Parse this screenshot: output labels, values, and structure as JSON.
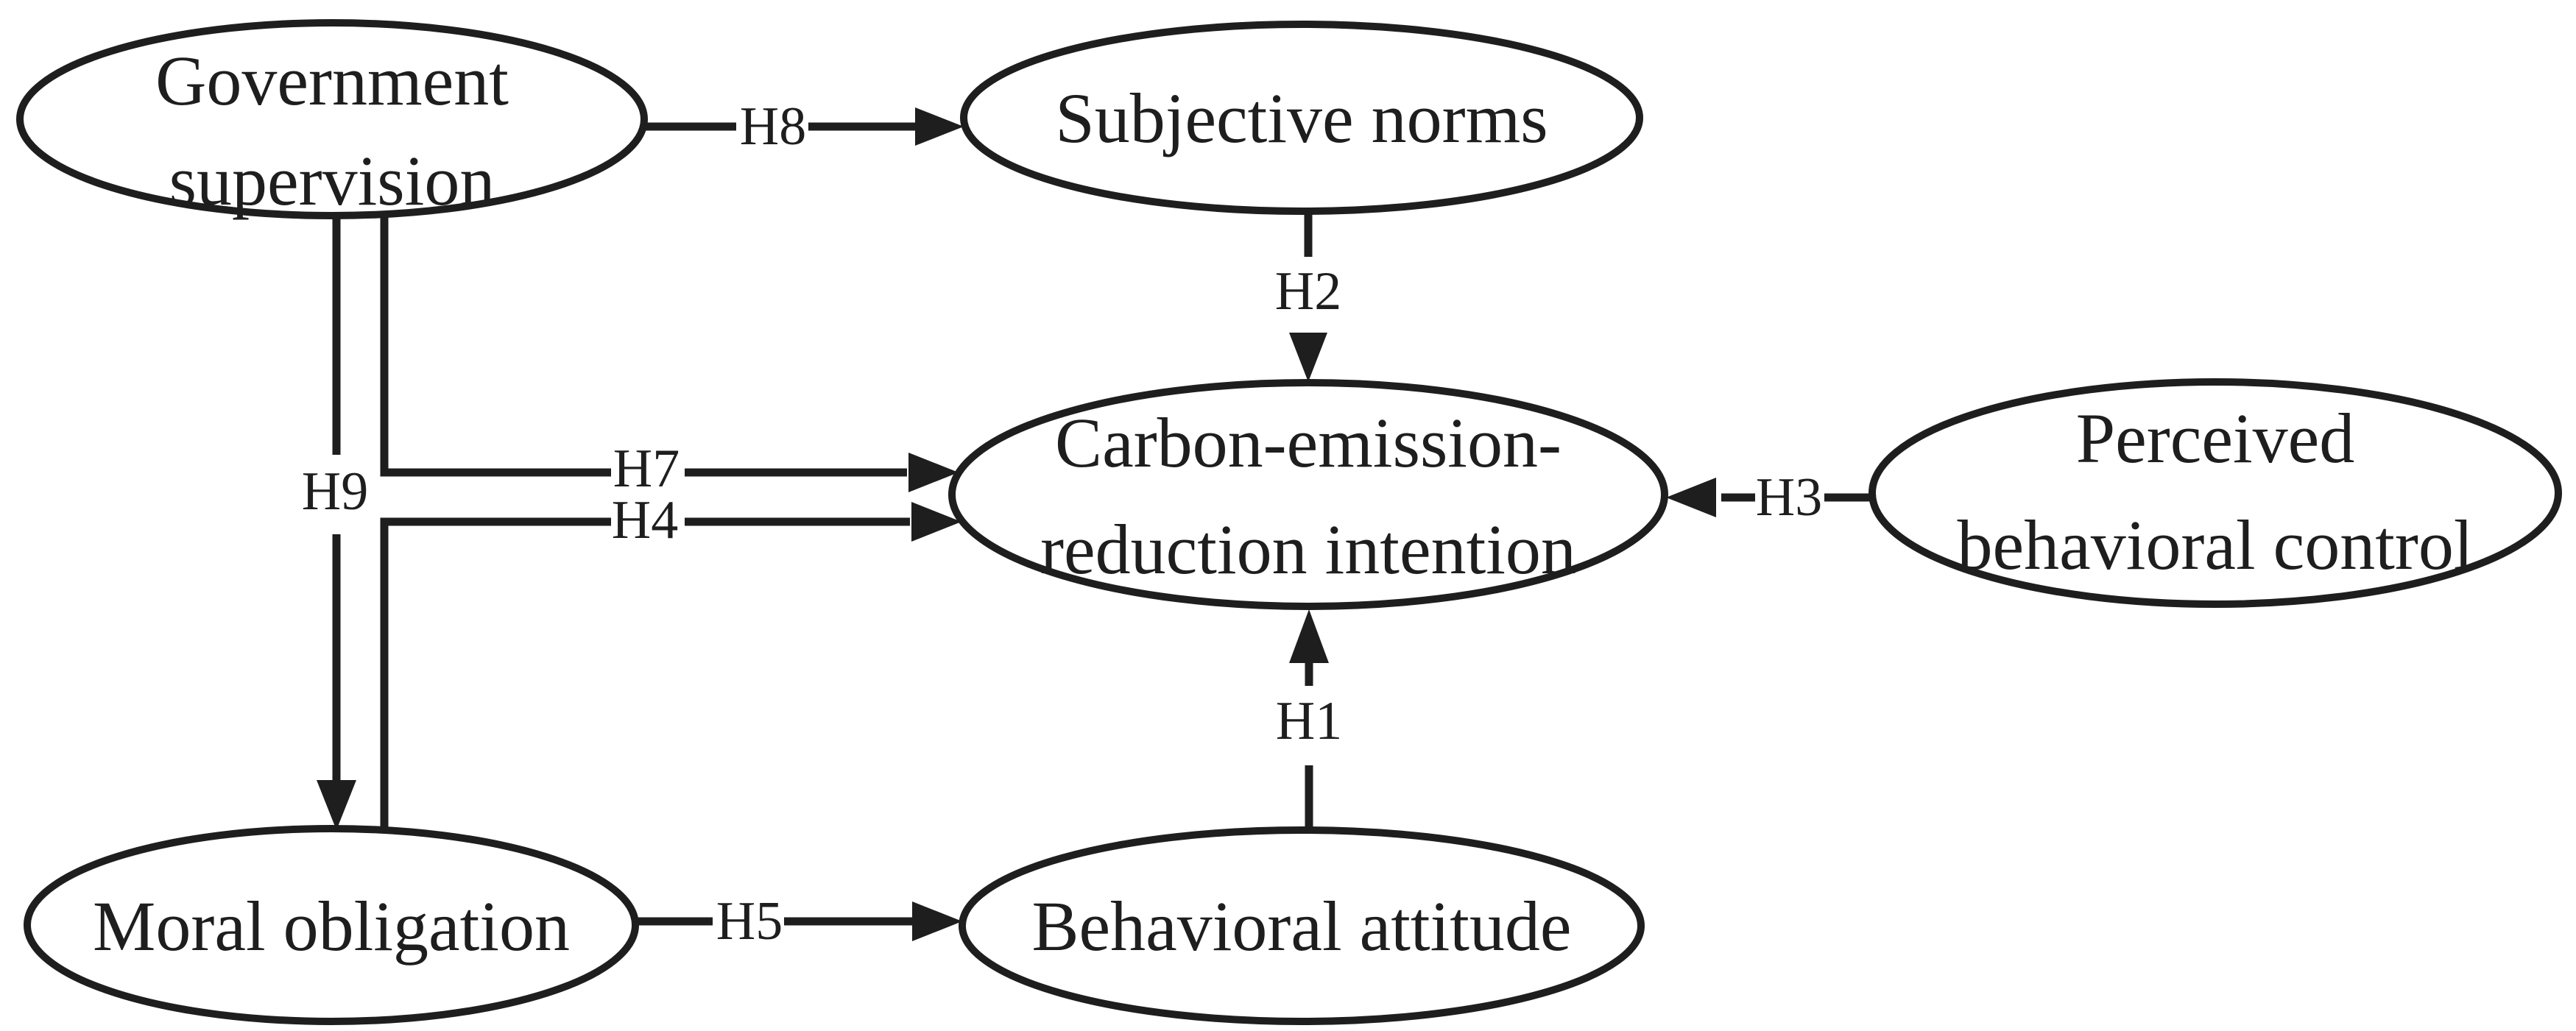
{
  "page": {
    "background_color": "#ffffff",
    "stroke_color": "#1e1e1e",
    "text_color": "#1e1e1e"
  },
  "diagram": {
    "type": "hypothesis-path-model",
    "nodes": {
      "government_supervision": {
        "line1": "Government",
        "line2": "supervision"
      },
      "subjective_norms": {
        "line1": "Subjective norms"
      },
      "carbon_emission_reduction_intention": {
        "line1": "Carbon-emission-",
        "line2": "reduction intention"
      },
      "perceived_behavioral_control": {
        "line1": "Perceived",
        "line2": "behavioral control"
      },
      "moral_obligation": {
        "line1": "Moral obligation"
      },
      "behavioral_attitude": {
        "line1": "Behavioral attitude"
      }
    },
    "edges": [
      {
        "label": "H1",
        "from": "behavioral_attitude",
        "to": "carbon_emission_reduction_intention",
        "direction": "up"
      },
      {
        "label": "H2",
        "from": "subjective_norms",
        "to": "carbon_emission_reduction_intention",
        "direction": "down"
      },
      {
        "label": "H3",
        "from": "perceived_behavioral_control",
        "to": "carbon_emission_reduction_intention",
        "direction": "left"
      },
      {
        "label": "H4",
        "from": "moral_obligation",
        "to": "carbon_emission_reduction_intention",
        "direction": "right"
      },
      {
        "label": "H5",
        "from": "moral_obligation",
        "to": "behavioral_attitude",
        "direction": "right"
      },
      {
        "label": "H7",
        "from": "government_supervision",
        "to": "carbon_emission_reduction_intention",
        "direction": "right"
      },
      {
        "label": "H8",
        "from": "government_supervision",
        "to": "subjective_norms",
        "direction": "right"
      },
      {
        "label": "H9",
        "from": "government_supervision",
        "to": "moral_obligation",
        "direction": "down"
      }
    ]
  }
}
